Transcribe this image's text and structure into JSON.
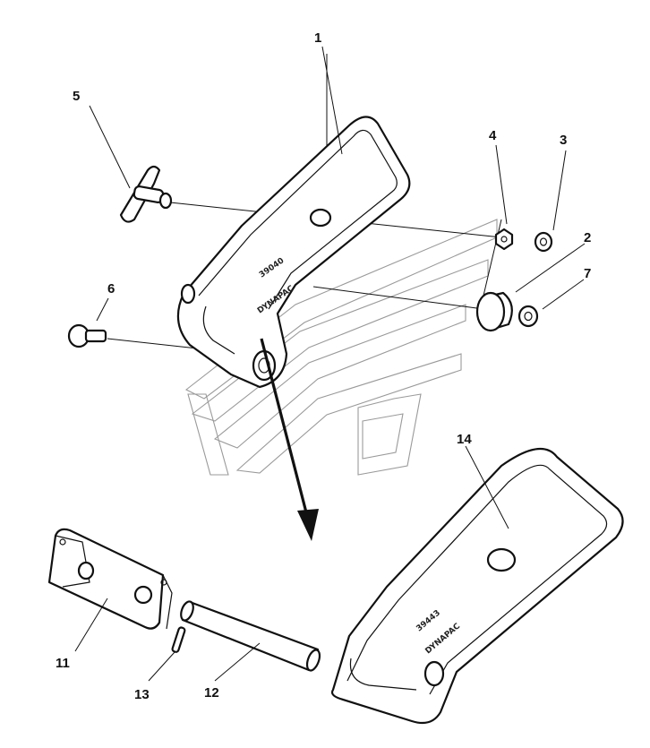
{
  "diagram": {
    "callouts": [
      {
        "id": "1",
        "label": "1"
      },
      {
        "id": "2",
        "label": "2"
      },
      {
        "id": "3",
        "label": "3"
      },
      {
        "id": "4",
        "label": "4"
      },
      {
        "id": "5",
        "label": "5"
      },
      {
        "id": "6",
        "label": "6"
      },
      {
        "id": "7",
        "label": "7"
      },
      {
        "id": "11",
        "label": "11"
      },
      {
        "id": "12",
        "label": "12"
      },
      {
        "id": "13",
        "label": "13"
      },
      {
        "id": "14",
        "label": "14"
      }
    ],
    "part_stamps": {
      "upper_brand": "DYNAPAC",
      "upper_number": "39040",
      "lower_brand": "DYNAPAC",
      "lower_number": "39443"
    }
  }
}
